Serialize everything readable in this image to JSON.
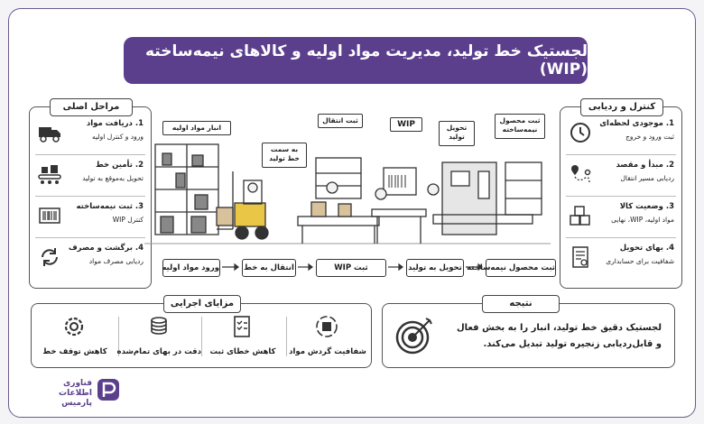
{
  "title": "لجستیک خط تولید، مدیریت مواد اولیه و کالاهای نیمه‌ساخته (WIP)",
  "main_stages": {
    "header": "مراحل اصلی",
    "items": [
      {
        "title": "1. دریافت مواد",
        "desc": "ورود و کنترل اولیه",
        "icon": "truck-icon"
      },
      {
        "title": "2. تأمین خط",
        "desc": "تحویل به‌موقع به تولید",
        "icon": "conveyor-boxes-icon"
      },
      {
        "title": "3. ثبت نیمه‌ساخته",
        "desc": "کنترل WIP",
        "icon": "barcode-icon"
      },
      {
        "title": "4. برگشت و مصرف",
        "desc": "ردیابی مصرف مواد",
        "icon": "cycle-arrows-icon"
      }
    ]
  },
  "control": {
    "header": "کنترل و ردیابی",
    "items": [
      {
        "title": "1. موجودی لحظه‌ای",
        "desc": "ثبت ورود و خروج",
        "icon": "clock-icon"
      },
      {
        "title": "2. مبدأ و مقصد",
        "desc": "ردیابی مسیر انتقال",
        "icon": "route-pin-icon"
      },
      {
        "title": "3. وضعیت کالا",
        "desc": "مواد اولیه، WIP، نهایی",
        "icon": "boxes-icon"
      },
      {
        "title": "4. بهای تحویل",
        "desc": "شفافیت برای حسابداری",
        "icon": "invoice-icon"
      }
    ]
  },
  "scene_signs": {
    "warehouse": "انبار مواد اولیه",
    "to_line": "به سمت خط تولید",
    "transfer": "ثبت انتقال",
    "wip": "WIP",
    "deliver": "تحویل تولید",
    "semi": "ثبت محصول نیمه‌ساخته"
  },
  "flow": [
    "ورود مواد اولیه",
    "انتقال به خط",
    "ثبت WIP",
    "تحویل به تولید",
    "ثبت محصول نیمه‌ساخته"
  ],
  "benefits": {
    "header": "مزایای اجرایی",
    "items": [
      {
        "label": "کاهش توقف خط",
        "icon": "gear-icon"
      },
      {
        "label": "دقت در بهای تمام‌شده",
        "icon": "coins-icon"
      },
      {
        "label": "کاهش خطای ثبت",
        "icon": "checklist-icon"
      },
      {
        "label": "شفافیت گردش مواد",
        "icon": "box-cycle-icon"
      }
    ]
  },
  "result": {
    "header": "نتیجه",
    "text": "لجستیک دقیق خط تولید، انبار را به بخش فعال و قابل‌ردیابی زنجیره تولید تبدیل می‌کند.",
    "icon": "target-icon"
  },
  "logo": {
    "line1": "فناوری",
    "line2": "اطلاعات",
    "line3": "پارمیس"
  },
  "colors": {
    "brand": "#5b3f8c",
    "border": "#555555"
  }
}
